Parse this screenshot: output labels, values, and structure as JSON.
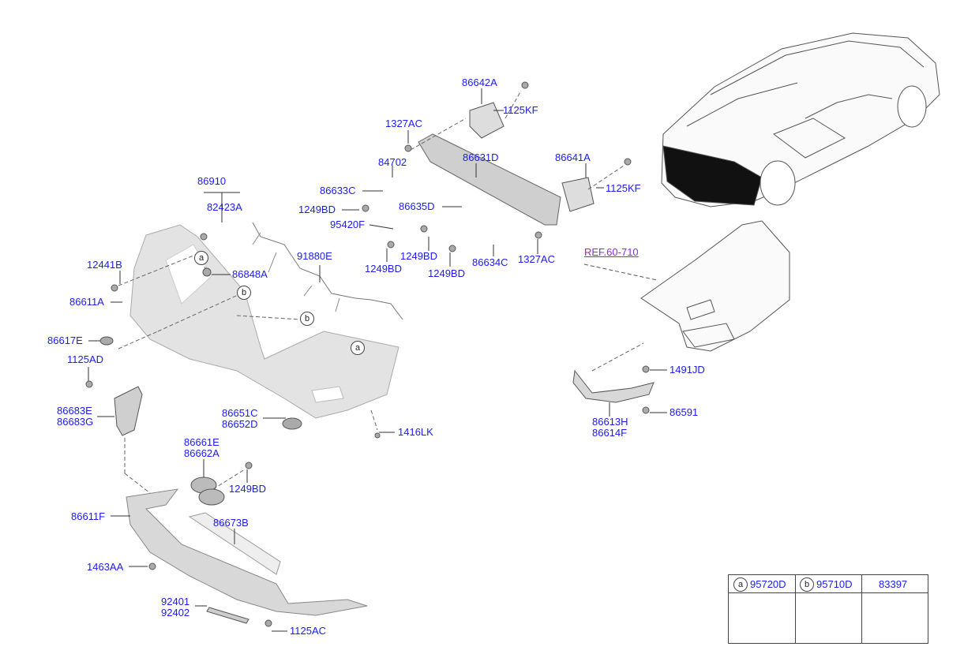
{
  "diagram": {
    "parts": [
      {
        "id": "p86642A",
        "text": "86642A"
      },
      {
        "id": "p1125KF_a",
        "text": "1125KF"
      },
      {
        "id": "p1327AC_a",
        "text": "1327AC"
      },
      {
        "id": "p86631D",
        "text": "86631D"
      },
      {
        "id": "p84702",
        "text": "84702"
      },
      {
        "id": "p86641A",
        "text": "86641A"
      },
      {
        "id": "p86633C",
        "text": "86633C"
      },
      {
        "id": "p1125KF_b",
        "text": "1125KF"
      },
      {
        "id": "p86910",
        "text": "86910"
      },
      {
        "id": "p82423A",
        "text": "82423A"
      },
      {
        "id": "p1249BD_a",
        "text": "1249BD"
      },
      {
        "id": "p86635D",
        "text": "86635D"
      },
      {
        "id": "p95420F",
        "text": "95420F"
      },
      {
        "id": "p91880E",
        "text": "91880E"
      },
      {
        "id": "p1249BD_b",
        "text": "1249BD"
      },
      {
        "id": "p12441B",
        "text": "12441B"
      },
      {
        "id": "p1249BD_c",
        "text": "1249BD"
      },
      {
        "id": "p86634C",
        "text": "86634C"
      },
      {
        "id": "p1327AC_b",
        "text": "1327AC"
      },
      {
        "id": "p1249BD_d",
        "text": "1249BD"
      },
      {
        "id": "p86848A",
        "text": "86848A"
      },
      {
        "id": "p86611A",
        "text": "86611A"
      },
      {
        "id": "p86617E",
        "text": "86617E"
      },
      {
        "id": "p1125AD",
        "text": "1125AD"
      },
      {
        "id": "p1491JD",
        "text": "1491JD"
      },
      {
        "id": "p86591",
        "text": "86591"
      },
      {
        "id": "p86683E",
        "text": "86683E"
      },
      {
        "id": "p86683G",
        "text": "86683G"
      },
      {
        "id": "p86651C",
        "text": "86651C"
      },
      {
        "id": "p86652D",
        "text": "86652D"
      },
      {
        "id": "p86613H",
        "text": "86613H"
      },
      {
        "id": "p86614F",
        "text": "86614F"
      },
      {
        "id": "p1416LK",
        "text": "1416LK"
      },
      {
        "id": "p86661E",
        "text": "86661E"
      },
      {
        "id": "p86662A",
        "text": "86662A"
      },
      {
        "id": "p1249BD_e",
        "text": "1249BD"
      },
      {
        "id": "p86611F",
        "text": "86611F"
      },
      {
        "id": "p86673B",
        "text": "86673B"
      },
      {
        "id": "p1463AA",
        "text": "1463AA"
      },
      {
        "id": "p92401",
        "text": "92401"
      },
      {
        "id": "p92402",
        "text": "92402"
      },
      {
        "id": "p1125AC",
        "text": "1125AC"
      }
    ],
    "reference": "REF.60-710",
    "callouts": {
      "a": "a",
      "b": "b"
    },
    "legend": {
      "col_a_letter": "a",
      "col_a_part": "95720D",
      "col_b_letter": "b",
      "col_b_part": "95710D",
      "col_c_part": "83397"
    }
  }
}
